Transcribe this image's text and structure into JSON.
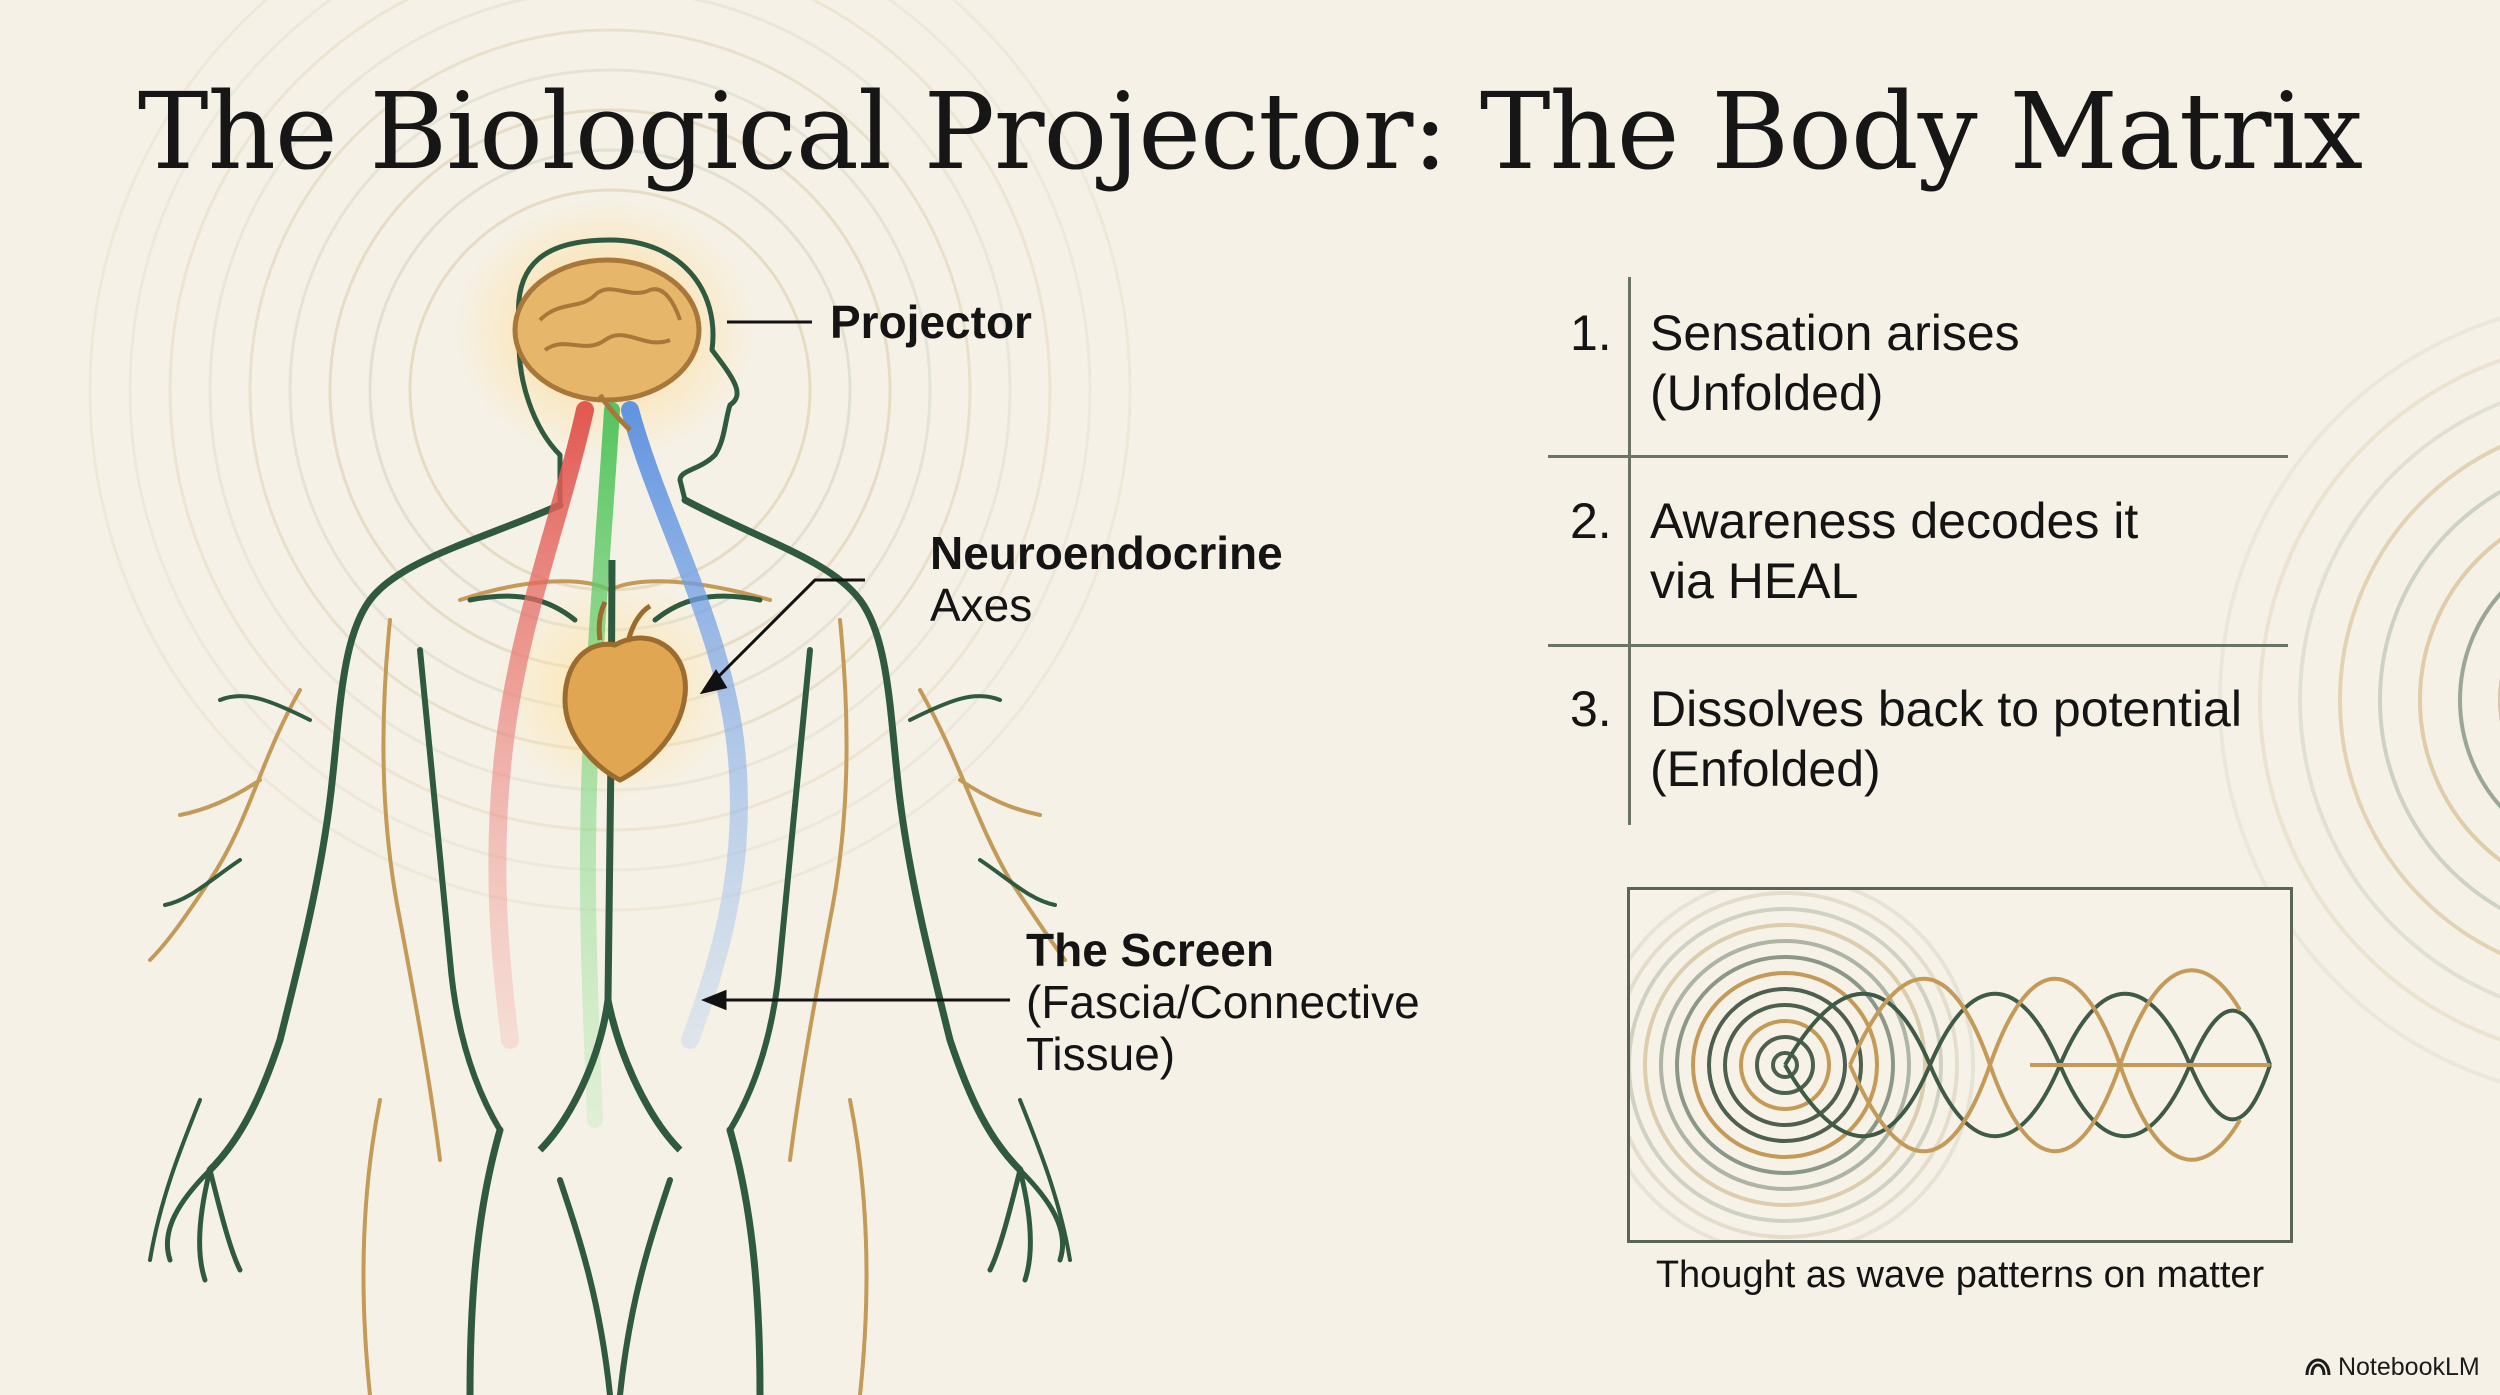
{
  "title": "The Biological Projector: The Body Matrix",
  "callouts": {
    "projector": "Projector",
    "neuro_title": "Neuroendocrine",
    "neuro_sub": "Axes",
    "screen_title": "The Screen",
    "screen_sub_1": "(Fascia/Connective",
    "screen_sub_2": "Tissue)"
  },
  "steps": [
    {
      "num": "1.",
      "line1": "Sensation arises",
      "line2": "(Unfolded)"
    },
    {
      "num": "2.",
      "line1": "Awareness decodes it",
      "line2": "via HEAL"
    },
    {
      "num": "3.",
      "line1": "Dissolves back to potential",
      "line2": "(Enfolded)"
    }
  ],
  "wave_caption": "Thought as wave patterns on matter",
  "brand": "NotebookLM",
  "colors": {
    "background": "#f6f1e6",
    "green_line": "#2f5a3f",
    "gold_line": "#c39a58",
    "red_channel": "#e0524a",
    "green_channel": "#4fc25a",
    "blue_channel": "#5a8fe0"
  }
}
